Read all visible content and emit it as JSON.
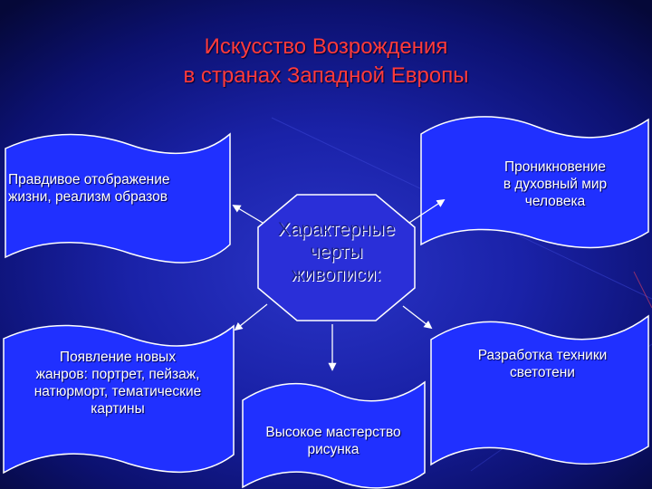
{
  "title": {
    "line1": "Искусство Возрождения",
    "line2": "в странах Западной Европы"
  },
  "center": {
    "line1": "Характерные",
    "line2": "черты",
    "line3": "живописи:"
  },
  "boxes": {
    "top_left": {
      "line1": "Правдивое отображение",
      "line2": "жизни, реализм образов"
    },
    "top_right": {
      "line1": "Проникновение",
      "line2": "в духовный мир",
      "line3": "человека"
    },
    "bottom_left": {
      "line1": "Появление новых",
      "line2": "жанров: портрет, пейзаж,",
      "line3": "натюрморт, тематические",
      "line4": "картины"
    },
    "bottom_center": {
      "line1": "Высокое мастерство",
      "line2": "рисунка"
    },
    "bottom_right": {
      "line1": "Разработка техники",
      "line2": "светотени"
    }
  },
  "colors": {
    "title": "#ff3b3b",
    "banner_fill": "#2030ff",
    "banner_stroke": "#ffffff",
    "octagon_fill": "#2a2fd8",
    "center_text": "#1a1f8a"
  }
}
